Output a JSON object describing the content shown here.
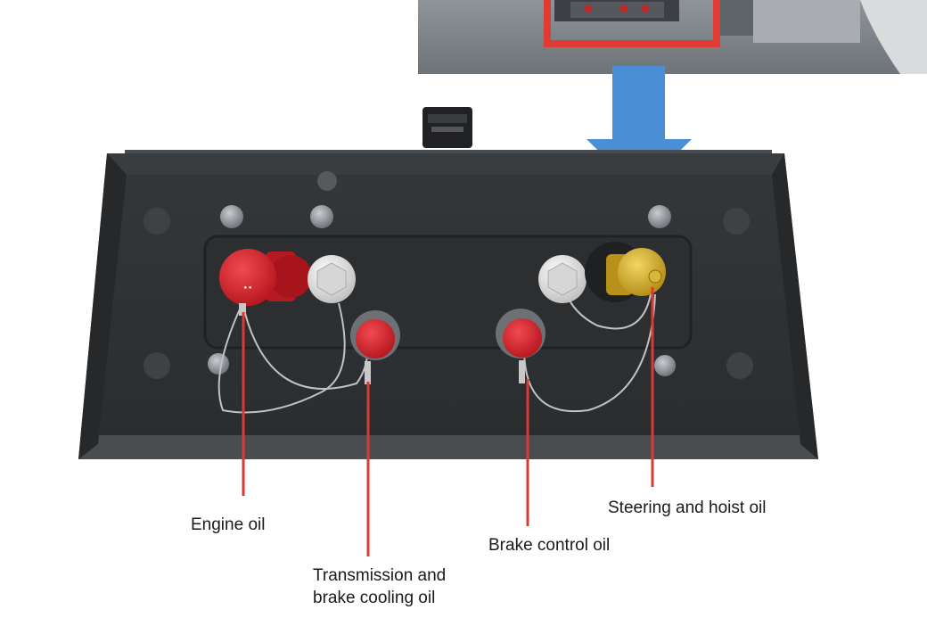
{
  "labels": {
    "engine_oil": "Engine oil",
    "transmission_line1": "Transmission and",
    "transmission_line2": "brake cooling oil",
    "brake_control_oil": "Brake control oil",
    "steering_hoist_oil": "Steering and hoist oil"
  },
  "colors": {
    "callout_line": "#d93a35",
    "arrow": "#4a8ed6",
    "highlight_box": "#e03c33",
    "panel": "#2f3133",
    "cap_red": "#d9232d",
    "cap_yellow": "#d9b21f",
    "plug_white": "#e8e8e8"
  },
  "icons": {
    "arrow": "arrow-down-icon"
  }
}
